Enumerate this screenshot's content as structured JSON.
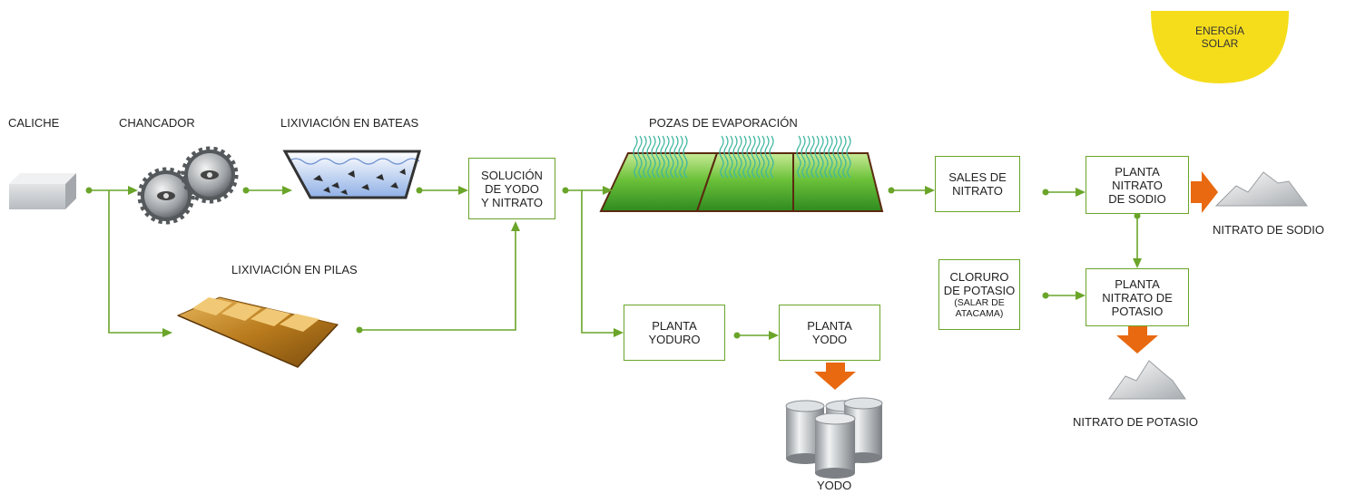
{
  "sun": {
    "line1": "ENERGÍA",
    "line2": "SOLAR"
  },
  "labels": {
    "caliche": "CALICHE",
    "chancador": "CHANCADOR",
    "lix_bateas": "LIXIVIACIÓN EN BATEAS",
    "lix_pilas": "LIXIVIACIÓN EN PILAS",
    "pozas": "POZAS DE EVAPORACIÓN",
    "nitrato_sodio": "NITRATO DE SODIO",
    "nitrato_potasio": "NITRATO DE POTASIO",
    "yodo": "YODO"
  },
  "boxes": {
    "solucion": [
      "SOLUCIÓN",
      "DE YODO",
      "Y NITRATO"
    ],
    "sales": [
      "SALES DE",
      "NITRATO"
    ],
    "planta_sodio": [
      "PLANTA",
      "NITRATO",
      "DE SODIO"
    ],
    "cloruro": [
      "CLORURO",
      "DE POTASIO",
      "(SALAR DE",
      "ATACAMA)"
    ],
    "planta_potasio": [
      "PLANTA",
      "NITRATO DE",
      "POTASIO"
    ],
    "planta_yoduro": [
      "PLANTA",
      "YODURO"
    ],
    "planta_yodo": [
      "PLANTA",
      "YODO"
    ]
  },
  "colors": {
    "flow_line": "#6aa52a",
    "output_arrow": "#e8690f",
    "sun": "#f5dd1c",
    "pond_green": "#6cc23a",
    "heap_brown": "#b87a1c"
  }
}
